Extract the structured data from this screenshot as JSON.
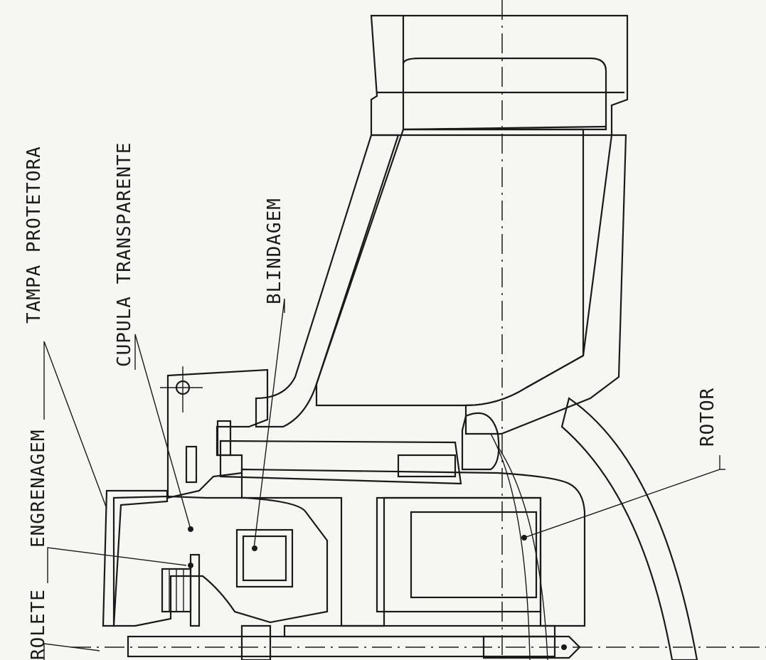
{
  "labels": {
    "tampa_protetora": "TAMPA PROTETORA",
    "cupula_transparente": "CUPULA TRANSPARENTE",
    "blindagem": "BLINDAGEM",
    "engrenagem": "ENGRENAGEM",
    "rolete": "ROLETE",
    "rotor": "ROTOR"
  },
  "colors": {
    "ink": "#1a1a1a",
    "paper": "#f6f6f3"
  }
}
